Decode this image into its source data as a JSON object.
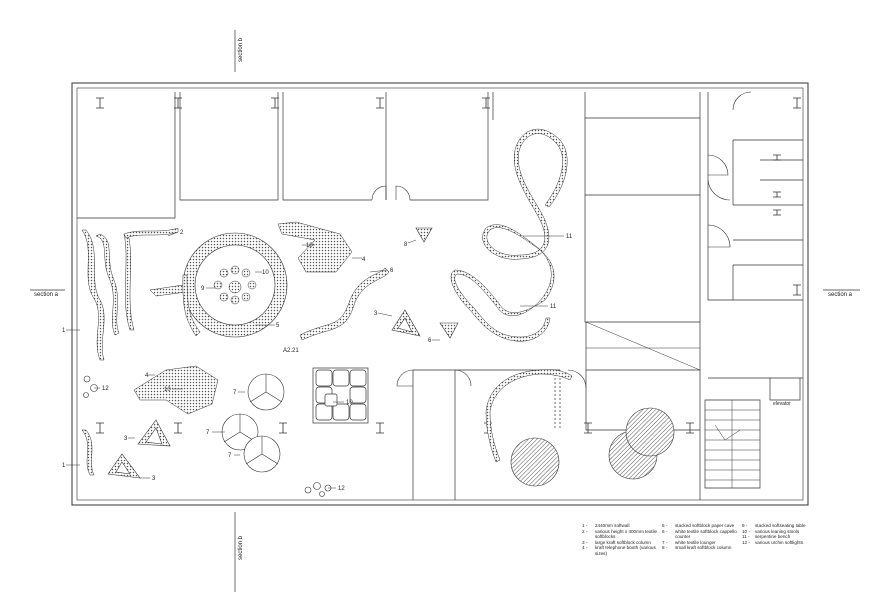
{
  "section_labels": {
    "a_left": "section a",
    "a_right": "section a",
    "b_top": "section b",
    "b_bottom": "section b"
  },
  "room_label": "A2.21",
  "elevator_label": "elevator",
  "callouts": {
    "c1_top": "1",
    "c1_bottom": "1",
    "c2": "2",
    "c3_a": "3",
    "c3_b": "3",
    "c3_c": "3",
    "c4_a": "4",
    "c4_b": "4",
    "c5": "5",
    "c6_a": "6",
    "c6_b": "6",
    "c6_c": "6",
    "c7_a": "7",
    "c7_b": "7",
    "c7_c": "7",
    "c8": "8",
    "c9": "9",
    "c10_a": "10",
    "c10_b": "10",
    "c10_c": "10",
    "c10_d": "10",
    "c11_a": "11",
    "c11_b": "11",
    "c12_a": "12",
    "c12_b": "12"
  },
  "legend": {
    "col1": [
      {
        "num": "1 -",
        "text": "2440mm softwall"
      },
      {
        "num": "2 -",
        "text": "various height x 400mm textile softblocks"
      },
      {
        "num": "3 -",
        "text": "large kraft softblock column"
      },
      {
        "num": "4 -",
        "text": "kraft telephone booth (various sizes)"
      }
    ],
    "col2": [
      {
        "num": "5 -",
        "text": "stacked softblock paper cave"
      },
      {
        "num": "6 -",
        "text": "white textile softblock cappello counter"
      },
      {
        "num": "7 -",
        "text": "white textile lounger"
      },
      {
        "num": "8 -",
        "text": "small kraft softblock column"
      }
    ],
    "col3": [
      {
        "num": "9 -",
        "text": "stacked softseating table"
      },
      {
        "num": "10 -",
        "text": "various leaning stools"
      },
      {
        "num": "11 -",
        "text": "serpentine bench"
      },
      {
        "num": "12 -",
        "text": "various urchin softlights"
      }
    ]
  }
}
